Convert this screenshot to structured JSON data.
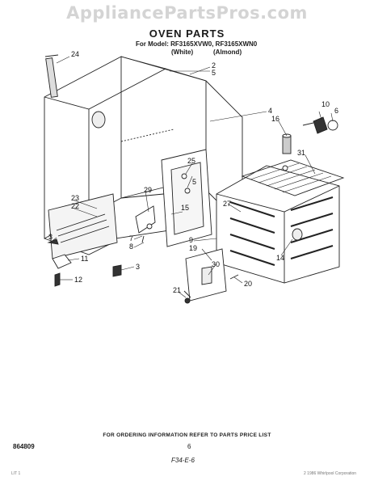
{
  "watermark": "AppliancePartsPros.com",
  "header": {
    "title": "OVEN PARTS",
    "model_line": "For Model: RF3165XVW0, RF3165XWN0",
    "color_white": "(White)",
    "color_almond": "(Almond)"
  },
  "callouts": {
    "c2": "2",
    "c3a": "3",
    "c3b": "3",
    "c4": "4",
    "c5a": "5",
    "c5b": "5",
    "c6": "6",
    "c7": "7",
    "c8": "8",
    "c9": "9",
    "c10": "10",
    "c11": "11",
    "c12": "12",
    "c14": "14",
    "c15": "15",
    "c16": "16",
    "c19": "19",
    "c20": "20",
    "c21": "21",
    "c22": "22",
    "c23": "23",
    "c24": "24",
    "c25": "25",
    "c27": "27",
    "c29": "29",
    "c30": "30",
    "c31": "31"
  },
  "footer": {
    "ordering_note": "FOR ORDERING INFORMATION REFER TO PARTS PRICE LIST",
    "code": "864809",
    "page": "6",
    "date": "F34-E-6",
    "tiny_left": "LIT 1",
    "tiny_right": "2 1986 Whirlpool Corporation"
  }
}
